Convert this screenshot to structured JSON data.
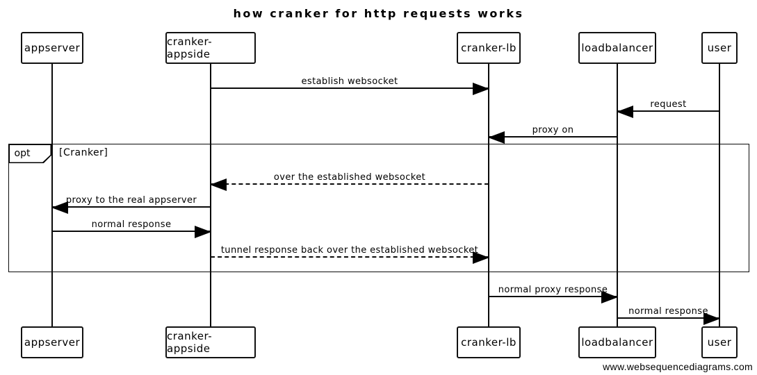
{
  "title": "how cranker for http requests works",
  "footer": "www.websequencediagrams.com",
  "colors": {
    "ink": "#000000",
    "background": "#ffffff"
  },
  "participants": [
    {
      "label": "appserver"
    },
    {
      "label": "cranker-appside"
    },
    {
      "label": "cranker-lb"
    },
    {
      "label": "loadbalancer"
    },
    {
      "label": "user"
    }
  ],
  "fragment": {
    "operator": "opt",
    "guard": "[Cranker]"
  },
  "messages": [
    {
      "from": "cranker-appside",
      "to": "cranker-lb",
      "label": "establish websocket",
      "style": "solid"
    },
    {
      "from": "user",
      "to": "loadbalancer",
      "label": "request",
      "style": "solid"
    },
    {
      "from": "loadbalancer",
      "to": "cranker-lb",
      "label": "proxy on",
      "style": "solid"
    },
    {
      "from": "cranker-lb",
      "to": "cranker-appside",
      "label": "over the established websocket",
      "style": "dashed"
    },
    {
      "from": "cranker-appside",
      "to": "appserver",
      "label": "proxy to the real appserver",
      "style": "solid"
    },
    {
      "from": "appserver",
      "to": "cranker-appside",
      "label": "normal response",
      "style": "solid"
    },
    {
      "from": "cranker-appside",
      "to": "cranker-lb",
      "label": "tunnel response back over the established websocket",
      "style": "dashed"
    },
    {
      "from": "cranker-lb",
      "to": "loadbalancer",
      "label": "normal proxy response",
      "style": "solid"
    },
    {
      "from": "loadbalancer",
      "to": "user",
      "label": "normal response",
      "style": "solid"
    }
  ]
}
